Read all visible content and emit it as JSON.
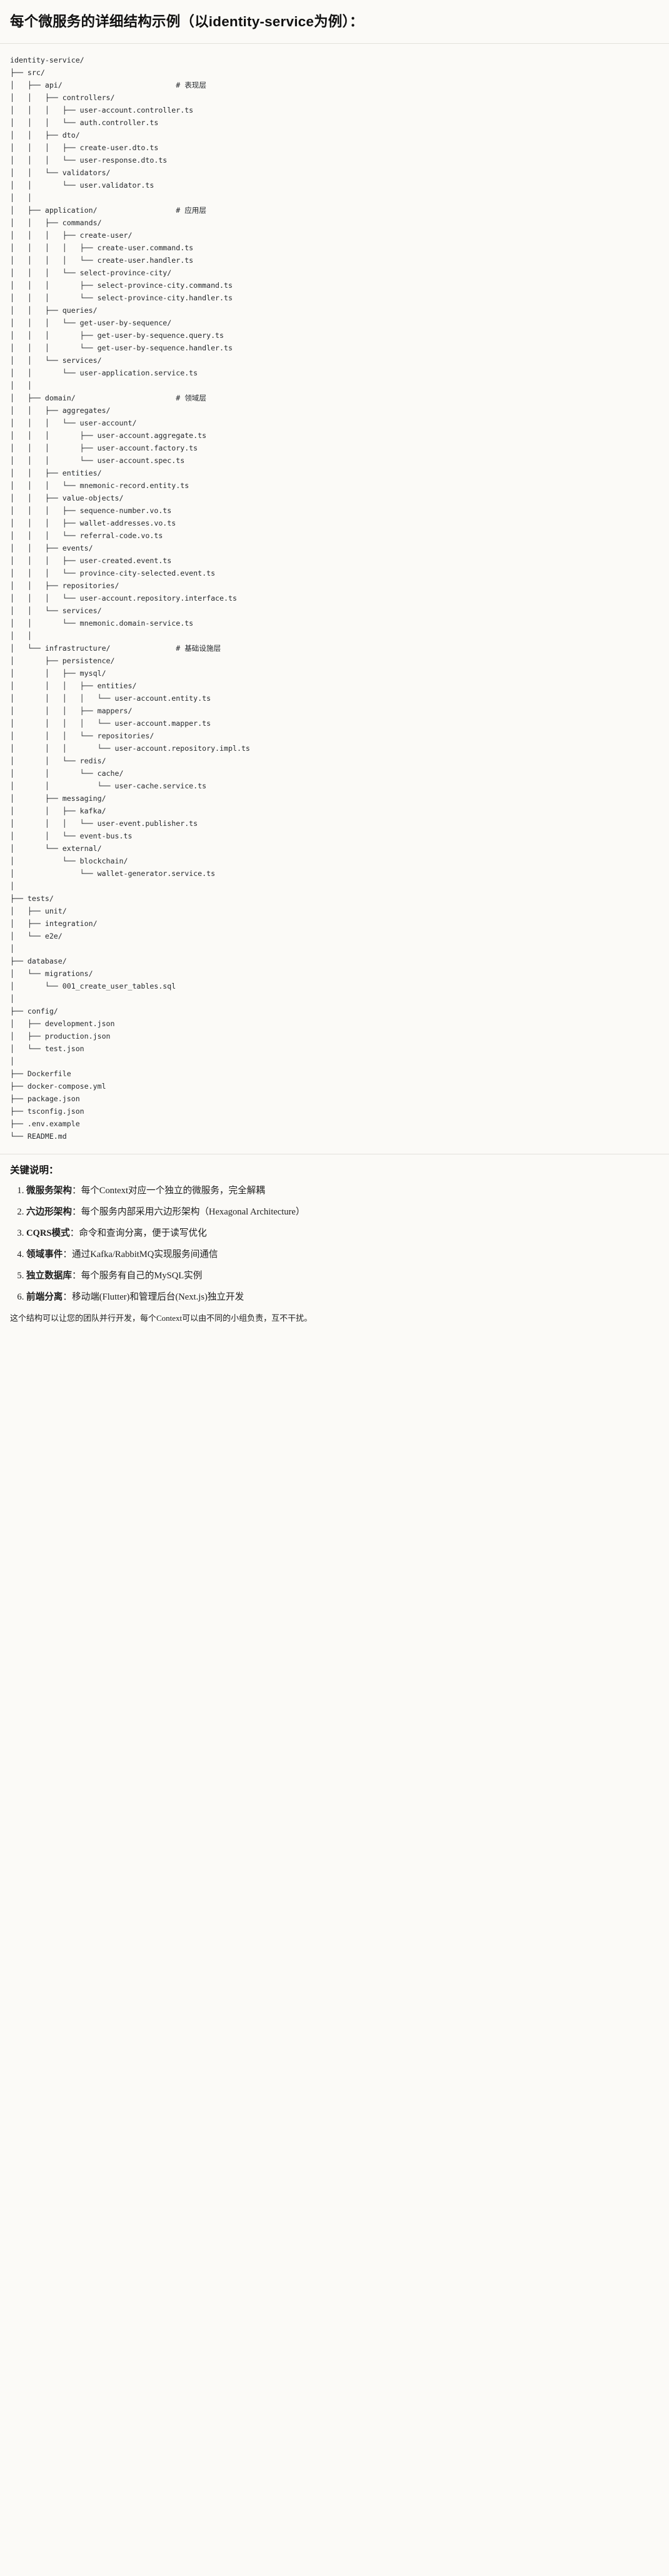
{
  "header": {
    "title": "每个微服务的详细结构示例（以identity-service为例）："
  },
  "tree": {
    "root": "identity-service/",
    "text": "identity-service/\n├── src/\n│   ├── api/                          # 表现层\n│   │   ├── controllers/\n│   │   │   ├── user-account.controller.ts\n│   │   │   └── auth.controller.ts\n│   │   ├── dto/\n│   │   │   ├── create-user.dto.ts\n│   │   │   └── user-response.dto.ts\n│   │   └── validators/\n│   │       └── user.validator.ts\n│   │\n│   ├── application/                  # 应用层\n│   │   ├── commands/\n│   │   │   ├── create-user/\n│   │   │   │   ├── create-user.command.ts\n│   │   │   │   └── create-user.handler.ts\n│   │   │   └── select-province-city/\n│   │   │       ├── select-province-city.command.ts\n│   │   │       └── select-province-city.handler.ts\n│   │   ├── queries/\n│   │   │   └── get-user-by-sequence/\n│   │   │       ├── get-user-by-sequence.query.ts\n│   │   │       └── get-user-by-sequence.handler.ts\n│   │   └── services/\n│   │       └── user-application.service.ts\n│   │\n│   ├── domain/                       # 领域层\n│   │   ├── aggregates/\n│   │   │   └── user-account/\n│   │   │       ├── user-account.aggregate.ts\n│   │   │       ├── user-account.factory.ts\n│   │   │       └── user-account.spec.ts\n│   │   ├── entities/\n│   │   │   └── mnemonic-record.entity.ts\n│   │   ├── value-objects/\n│   │   │   ├── sequence-number.vo.ts\n│   │   │   ├── wallet-addresses.vo.ts\n│   │   │   └── referral-code.vo.ts\n│   │   ├── events/\n│   │   │   ├── user-created.event.ts\n│   │   │   └── province-city-selected.event.ts\n│   │   ├── repositories/\n│   │   │   └── user-account.repository.interface.ts\n│   │   └── services/\n│   │       └── mnemonic.domain-service.ts\n│   │\n│   └── infrastructure/               # 基础设施层\n│       ├── persistence/\n│       │   ├── mysql/\n│       │   │   ├── entities/\n│       │   │   │   └── user-account.entity.ts\n│       │   │   ├── mappers/\n│       │   │   │   └── user-account.mapper.ts\n│       │   │   └── repositories/\n│       │   │       └── user-account.repository.impl.ts\n│       │   └── redis/\n│       │       └── cache/\n│       │           └── user-cache.service.ts\n│       ├── messaging/\n│       │   ├── kafka/\n│       │   │   └── user-event.publisher.ts\n│       │   └── event-bus.ts\n│       └── external/\n│           └── blockchain/\n│               └── wallet-generator.service.ts\n│\n├── tests/\n│   ├── unit/\n│   ├── integration/\n│   └── e2e/\n│\n├── database/\n│   └── migrations/\n│       └── 001_create_user_tables.sql\n│\n├── config/\n│   ├── development.json\n│   ├── production.json\n│   └── test.json\n│\n├── Dockerfile\n├── docker-compose.yml\n├── package.json\n├── tsconfig.json\n├── .env.example\n└── README.md",
    "layer_comments": [
      "# 表现层",
      "# 应用层",
      "# 领域层",
      "# 基础设施层"
    ]
  },
  "notes": {
    "title": "关键说明：",
    "items": [
      {
        "term": "微服务架构",
        "separator": "：",
        "body": "每个Context对应一个独立的微服务，完全解耦"
      },
      {
        "term": "六边形架构",
        "separator": "：",
        "body": "每个服务内部采用六边形架构（Hexagonal Architecture）"
      },
      {
        "term": "CQRS模式",
        "separator": "：",
        "body": "命令和查询分离，便于读写优化"
      },
      {
        "term": "领域事件",
        "separator": "：",
        "body": "通过Kafka/RabbitMQ实现服务间通信"
      },
      {
        "term": "独立数据库",
        "separator": "：",
        "body": "每个服务有自己的MySQL实例"
      },
      {
        "term": "前端分离",
        "separator": "：",
        "body": "移动端(Flutter)和管理后台(Next.js)独立开发"
      }
    ],
    "closing": "这个结构可以让您的团队并行开发，每个Context可以由不同的小组负责，互不干扰。"
  },
  "colors": {
    "background": "#fbfaf7",
    "text": "#1f1f1f",
    "code_text": "#25282c",
    "rule": "#e3e1dc"
  }
}
